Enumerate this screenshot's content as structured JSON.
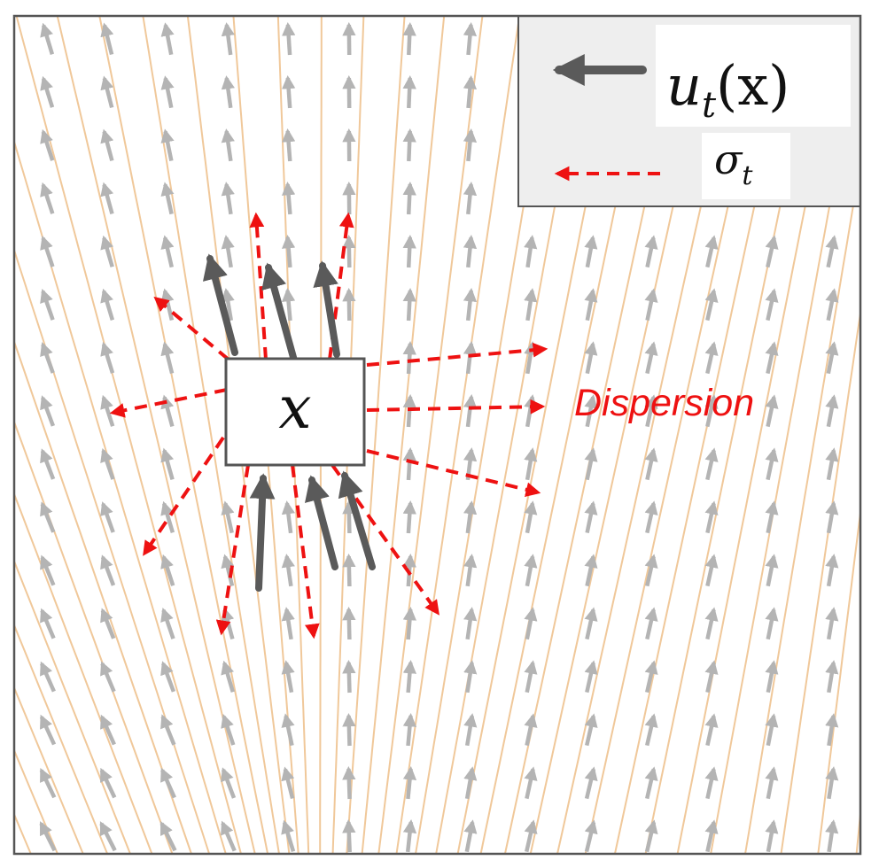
{
  "point_label": "x",
  "dispersion_label": "Dispersion",
  "legend": {
    "drift_label": "u_t(x)",
    "drift_main": "u",
    "drift_sub": "t",
    "drift_arg": "(x)",
    "noise_label": "σ_t",
    "noise_main": "σ",
    "noise_sub": "t"
  },
  "colors": {
    "streamline": "#f0c89a",
    "field_arrow": "#b4b4b4",
    "drift_arrow": "#5a5a5a",
    "noise_arrow": "#ee1111",
    "legend_bg": "#eeeeee",
    "frame": "#555555"
  },
  "icons": {
    "drift": "solid-dark-arrow-icon",
    "noise": "dashed-red-arrow-icon"
  }
}
